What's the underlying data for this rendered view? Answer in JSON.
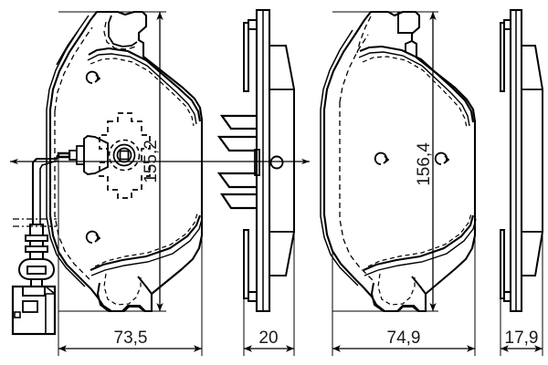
{
  "drawing": {
    "title": "Brake pad set technical drawing",
    "background_color": "#ffffff",
    "line_color": "#000000",
    "text_color": "#1a1a1a",
    "views": [
      {
        "id": "pad-1-front",
        "label": "Pad 1 front view with wear sensor"
      },
      {
        "id": "pad-1-side",
        "label": "Pad 1 side view"
      },
      {
        "id": "pad-2-front",
        "label": "Pad 2 front view"
      },
      {
        "id": "pad-2-side",
        "label": "Pad 2 side view"
      }
    ],
    "components": [
      {
        "id": "wear-sensor",
        "label": "Wear sensor cable and connector"
      }
    ]
  },
  "dimensions": {
    "pad1_height": "155,2",
    "pad1_width": "73,5",
    "pad1_thickness": "20",
    "pad2_height": "156,4",
    "pad2_width": "74,9",
    "pad2_thickness": "17,9"
  }
}
